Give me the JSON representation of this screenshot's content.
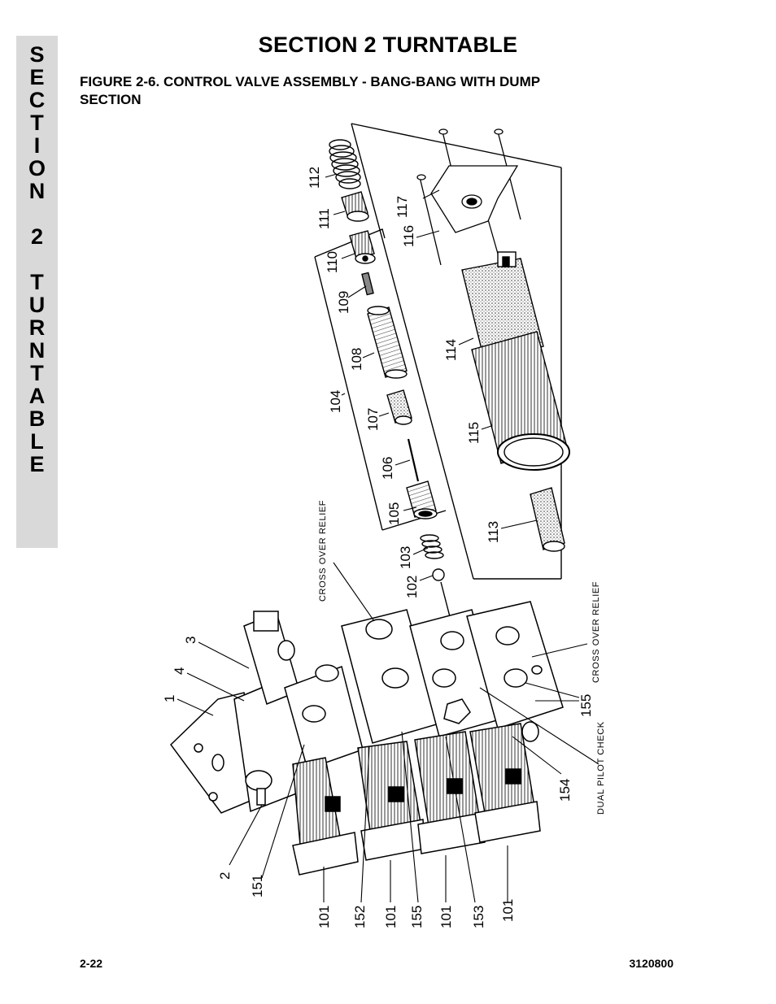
{
  "sidebar": {
    "letters": [
      "S",
      "E",
      "C",
      "T",
      "I",
      "O",
      "N",
      "2",
      "T",
      "U",
      "R",
      "N",
      "T",
      "A",
      "B",
      "L",
      "E"
    ]
  },
  "header": {
    "section_title": "SECTION 2  TURNTABLE",
    "figure_caption_line1": "FIGURE 2-6.    CONTROL VALVE ASSEMBLY - BANG-BANG WITH DUMP",
    "figure_caption_line2": "SECTION"
  },
  "diagram": {
    "part_numbers": {
      "p112": "112",
      "p111": "111",
      "p110": "110",
      "p109": "109",
      "p108": "108",
      "p104": "104",
      "p107": "107",
      "p106": "106",
      "p105": "105",
      "p103": "103",
      "p102": "102",
      "p117": "117",
      "p116": "116",
      "p114": "114",
      "p115": "115",
      "p113": "113",
      "p3": "3",
      "p4": "4",
      "p1": "1",
      "p2": "2",
      "p151": "151",
      "p101a": "101",
      "p152": "152",
      "p101b": "101",
      "p155a": "155",
      "p101c": "101",
      "p153": "153",
      "p101d": "101",
      "p154": "154",
      "p155b": "155"
    },
    "annotations": {
      "cross_over_relief_top": "CROSS OVER RELIEF",
      "cross_over_relief_right": "CROSS OVER RELIEF",
      "dual_pilot_check": "DUAL PILOT CHECK"
    }
  },
  "footer": {
    "page_number": "2-22",
    "doc_number": "3120800"
  }
}
